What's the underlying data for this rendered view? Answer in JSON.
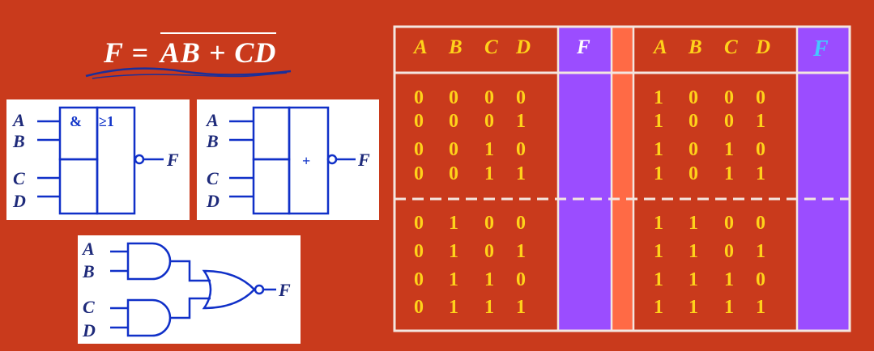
{
  "formula": {
    "left": "F = ",
    "overlined": "AB + CD"
  },
  "gates": {
    "inputs": [
      "A",
      "B",
      "C",
      "D"
    ],
    "output": "F",
    "and_symbol": "&",
    "or_symbol": "≥1",
    "plus_symbol": "+"
  },
  "truth_table": {
    "headers": [
      "A",
      "B",
      "C",
      "D"
    ],
    "output_header": "F",
    "left_rows": [
      [
        "0",
        "0",
        "0",
        "0"
      ],
      [
        "0",
        "0",
        "0",
        "1"
      ],
      [
        "0",
        "0",
        "1",
        "0"
      ],
      [
        "0",
        "0",
        "1",
        "1"
      ],
      [
        "0",
        "1",
        "0",
        "0"
      ],
      [
        "0",
        "1",
        "0",
        "1"
      ],
      [
        "0",
        "1",
        "1",
        "0"
      ],
      [
        "0",
        "1",
        "1",
        "1"
      ]
    ],
    "right_rows": [
      [
        "1",
        "0",
        "0",
        "0"
      ],
      [
        "1",
        "0",
        "0",
        "1"
      ],
      [
        "1",
        "0",
        "1",
        "0"
      ],
      [
        "1",
        "0",
        "1",
        "1"
      ],
      [
        "1",
        "1",
        "0",
        "0"
      ],
      [
        "1",
        "1",
        "0",
        "1"
      ],
      [
        "1",
        "1",
        "1",
        "0"
      ],
      [
        "1",
        "1",
        "1",
        "1"
      ]
    ]
  },
  "colors": {
    "background": "#c93a1c",
    "purple_column": "#9b4dff",
    "divider_column": "#ff6a45",
    "digits": "#ffd21a",
    "wires": "#1030c8"
  }
}
